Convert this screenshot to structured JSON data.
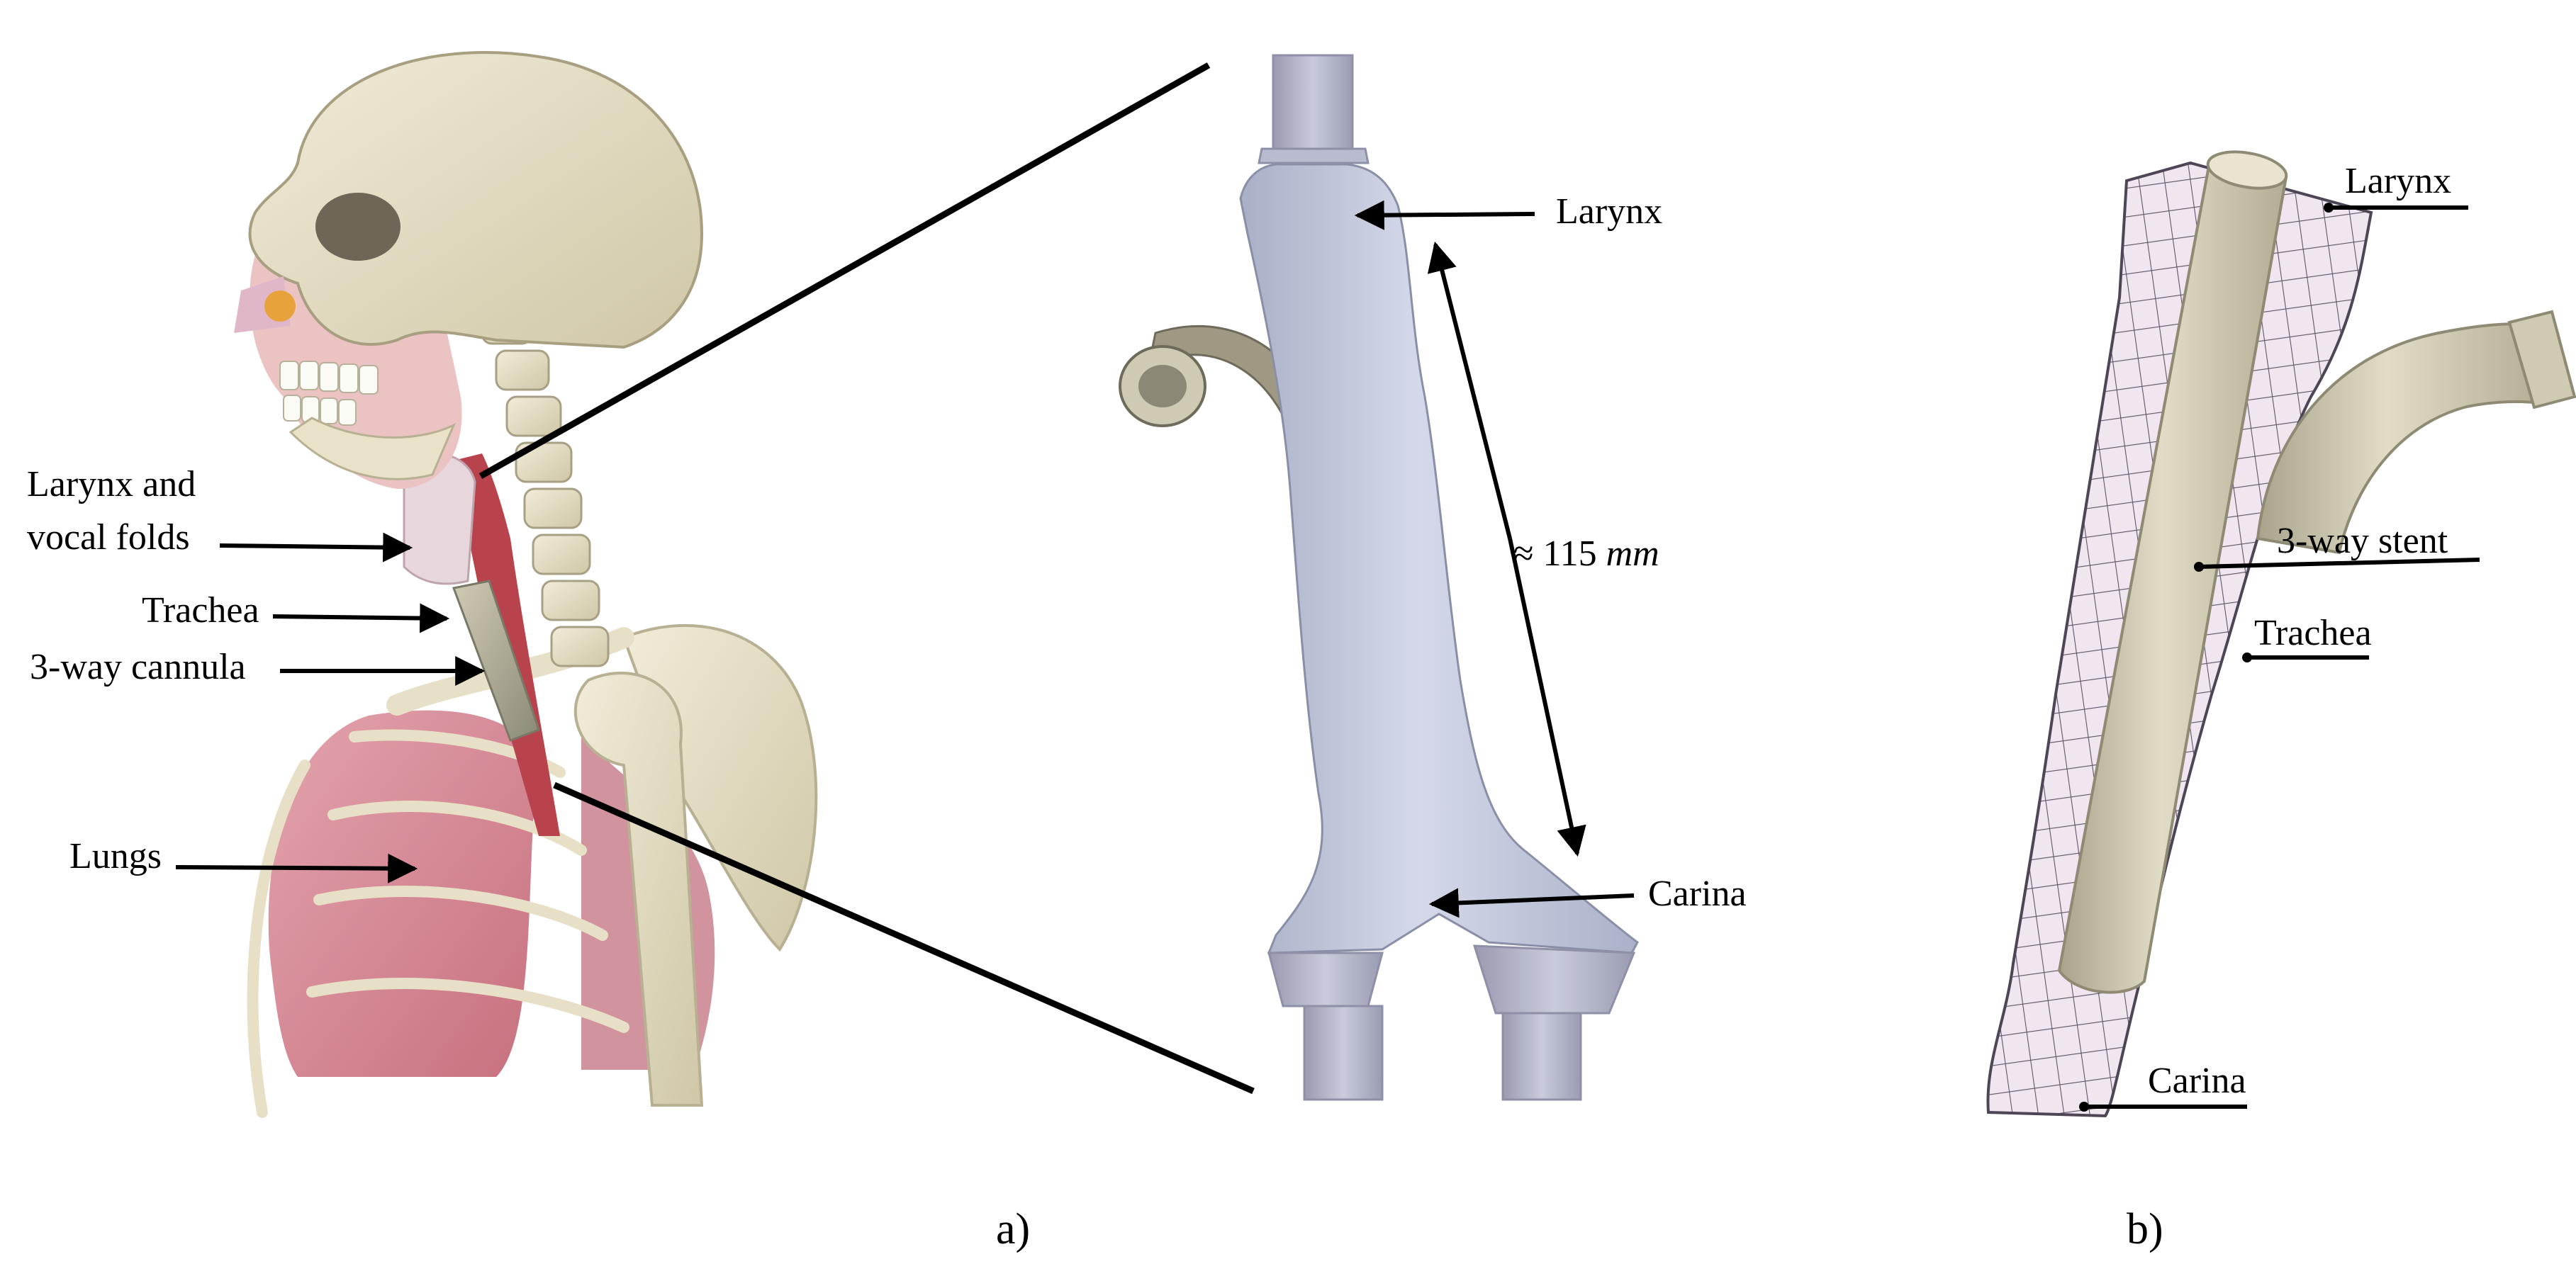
{
  "panel_a": {
    "caption": "a)",
    "anatomy_labels": {
      "larynx_line1": "Larynx and",
      "larynx_line2": "vocal folds",
      "trachea": "Trachea",
      "cannula": "3-way cannula",
      "lungs": "Lungs"
    },
    "model_labels": {
      "larynx": "Larynx",
      "carina": "Carina",
      "length_approx": "≈ 115",
      "length_unit": "mm"
    }
  },
  "panel_b": {
    "caption": "b)",
    "labels": {
      "larynx": "Larynx",
      "stent": "3-way stent",
      "trachea": "Trachea",
      "carina": "Carina"
    }
  },
  "colors": {
    "bone": "#e6e0c8",
    "lung": "#d9909c",
    "airway_model": "#c2c8dc",
    "cannula_metal": "#d8d4bc",
    "mesh": "#ece4ee"
  }
}
